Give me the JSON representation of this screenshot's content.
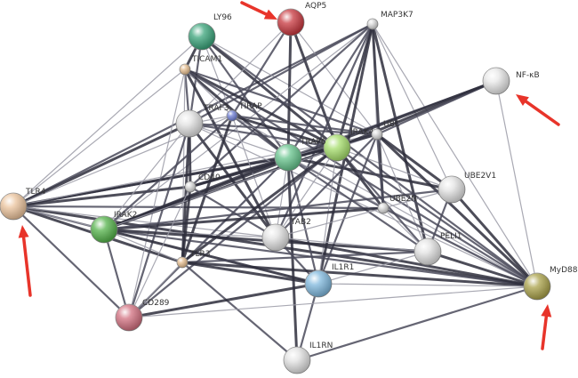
{
  "nodes": [
    {
      "id": "AQP5",
      "label": "AQP5",
      "color": "#c8383f",
      "size": "large"
    },
    {
      "id": "LY96",
      "label": "LY96",
      "color": "#3aa47a",
      "size": "large"
    },
    {
      "id": "MAP3K7",
      "label": "MAP3K7",
      "color": "#d8d8d8",
      "size": "small"
    },
    {
      "id": "TICAM1",
      "label": "TICAM1",
      "color": "#e5bd8e",
      "size": "small"
    },
    {
      "id": "NFKB",
      "label": "NF-κB",
      "color": "#e8e8e8",
      "size": "large"
    },
    {
      "id": "TRAF3",
      "label": "TRAF3",
      "color": "#e2e2e2",
      "size": "large"
    },
    {
      "id": "TIRAP",
      "label": "TIRAP",
      "color": "#6f7fd6",
      "size": "small"
    },
    {
      "id": "IRAK4",
      "label": "IRAK4",
      "color": "#a6de6c",
      "size": "large"
    },
    {
      "id": "UBC",
      "label": "UBC",
      "color": "#d8d8d8",
      "size": "small"
    },
    {
      "id": "TRAF6",
      "label": "TRAF6",
      "color": "#67c48d",
      "size": "large"
    },
    {
      "id": "CD40",
      "label": "CD40",
      "color": "#d8d8d8",
      "size": "small"
    },
    {
      "id": "UBE2V1",
      "label": "UBE2V1",
      "color": "#e2e2e2",
      "size": "large"
    },
    {
      "id": "TLR4",
      "label": "TLR4",
      "color": "#ebc39c",
      "size": "large"
    },
    {
      "id": "IRAK2",
      "label": "IRAK2",
      "color": "#54b24a",
      "size": "large"
    },
    {
      "id": "UBE2N",
      "label": "UBE2N",
      "color": "#d8d8d8",
      "size": "small"
    },
    {
      "id": "TAB2",
      "label": "TAB2",
      "color": "#e2e2e2",
      "size": "large"
    },
    {
      "id": "PELI1",
      "label": "PELI1",
      "color": "#e2e2e2",
      "size": "large"
    },
    {
      "id": "TLR3",
      "label": "TLR3",
      "color": "#e5bd8e",
      "size": "small"
    },
    {
      "id": "IL1R1",
      "label": "IL1R1",
      "color": "#7fb8dd",
      "size": "large"
    },
    {
      "id": "MyD88",
      "label": "MyD88",
      "color": "#aaa24a",
      "size": "large"
    },
    {
      "id": "CD289",
      "label": "CD289",
      "color": "#d27080",
      "size": "large"
    },
    {
      "id": "IL1RN",
      "label": "IL1RN",
      "color": "#e2e2e2",
      "size": "large"
    }
  ],
  "edges": [
    [
      "TLR4",
      "LY96"
    ],
    [
      "TLR4",
      "MAP3K7"
    ],
    [
      "TLR4",
      "TRAF3"
    ],
    [
      "TLR4",
      "TIRAP"
    ],
    [
      "TLR4",
      "TRAF6"
    ],
    [
      "TLR4",
      "IRAK4"
    ],
    [
      "TLR4",
      "UBC"
    ],
    [
      "TLR4",
      "IRAK2"
    ],
    [
      "TLR4",
      "MyD88"
    ],
    [
      "TLR4",
      "TICAM1"
    ],
    [
      "TLR4",
      "UBE2N"
    ],
    [
      "TLR4",
      "CD40"
    ],
    [
      "TLR4",
      "TAB2"
    ],
    [
      "TLR4",
      "CD289"
    ],
    [
      "TLR4",
      "TLR3"
    ],
    [
      "TLR4",
      "IL1R1"
    ],
    [
      "LY96",
      "TRAF6"
    ],
    [
      "LY96",
      "IRAK4"
    ],
    [
      "LY96",
      "TIRAP"
    ],
    [
      "LY96",
      "MyD88"
    ],
    [
      "LY96",
      "TICAM1"
    ],
    [
      "LY96",
      "UBC"
    ],
    [
      "LY96",
      "TRAF3"
    ],
    [
      "AQP5",
      "TRAF6"
    ],
    [
      "AQP5",
      "UBC"
    ],
    [
      "AQP5",
      "TIRAP"
    ],
    [
      "AQP5",
      "IRAK4"
    ],
    [
      "AQP5",
      "TRAF3"
    ],
    [
      "MAP3K7",
      "TRAF6"
    ],
    [
      "MAP3K7",
      "IRAK4"
    ],
    [
      "MAP3K7",
      "UBC"
    ],
    [
      "MAP3K7",
      "TAB2"
    ],
    [
      "MAP3K7",
      "UBE2N"
    ],
    [
      "MAP3K7",
      "IRAK2"
    ],
    [
      "MAP3K7",
      "TRAF3"
    ],
    [
      "MAP3K7",
      "PELI1"
    ],
    [
      "MAP3K7",
      "UBE2V1"
    ],
    [
      "MAP3K7",
      "CD40"
    ],
    [
      "MAP3K7",
      "IL1R1"
    ],
    [
      "MAP3K7",
      "MyD88"
    ],
    [
      "TICAM1",
      "TRAF3"
    ],
    [
      "TICAM1",
      "TRAF6"
    ],
    [
      "TICAM1",
      "TLR3"
    ],
    [
      "TICAM1",
      "UBC"
    ],
    [
      "TICAM1",
      "IRAK4"
    ],
    [
      "TICAM1",
      "TIRAP"
    ],
    [
      "TICAM1",
      "MyD88"
    ],
    [
      "TICAM1",
      "TAB2"
    ],
    [
      "TICAM1",
      "CD289"
    ],
    [
      "NFKB",
      "TRAF6"
    ],
    [
      "NFKB",
      "IRAK4"
    ],
    [
      "NFKB",
      "MyD88"
    ],
    [
      "NFKB",
      "UBC"
    ],
    [
      "NFKB",
      "IRAK2"
    ],
    [
      "TRAF3",
      "TRAF6"
    ],
    [
      "TRAF3",
      "UBC"
    ],
    [
      "TRAF3",
      "CD40"
    ],
    [
      "TRAF3",
      "TIRAP"
    ],
    [
      "TRAF3",
      "IRAK4"
    ],
    [
      "TRAF3",
      "TLR3"
    ],
    [
      "TRAF3",
      "MyD88"
    ],
    [
      "TRAF3",
      "CD289"
    ],
    [
      "TRAF3",
      "TAB2"
    ],
    [
      "TRAF3",
      "IRAK2"
    ],
    [
      "TIRAP",
      "TRAF6"
    ],
    [
      "TIRAP",
      "IRAK4"
    ],
    [
      "TIRAP",
      "MyD88"
    ],
    [
      "TIRAP",
      "IRAK2"
    ],
    [
      "TIRAP",
      "TLR3"
    ],
    [
      "TIRAP",
      "TAB2"
    ],
    [
      "TIRAP",
      "UBC"
    ],
    [
      "TRAF6",
      "IRAK4"
    ],
    [
      "TRAF6",
      "UBC"
    ],
    [
      "TRAF6",
      "UBE2N"
    ],
    [
      "TRAF6",
      "UBE2V1"
    ],
    [
      "TRAF6",
      "TAB2"
    ],
    [
      "TRAF6",
      "PELI1"
    ],
    [
      "TRAF6",
      "IRAK2"
    ],
    [
      "TRAF6",
      "MyD88"
    ],
    [
      "TRAF6",
      "IL1R1"
    ],
    [
      "TRAF6",
      "CD40"
    ],
    [
      "TRAF6",
      "TLR3"
    ],
    [
      "TRAF6",
      "CD289"
    ],
    [
      "TRAF6",
      "IL1RN"
    ],
    [
      "IRAK4",
      "UBC"
    ],
    [
      "IRAK4",
      "MyD88"
    ],
    [
      "IRAK4",
      "IRAK2"
    ],
    [
      "IRAK4",
      "IL1R1"
    ],
    [
      "IRAK4",
      "PELI1"
    ],
    [
      "IRAK4",
      "UBE2N"
    ],
    [
      "IRAK4",
      "TAB2"
    ],
    [
      "IRAK4",
      "CD289"
    ],
    [
      "IRAK4",
      "TLR3"
    ],
    [
      "IRAK4",
      "UBE2V1"
    ],
    [
      "UBC",
      "UBE2N"
    ],
    [
      "UBC",
      "UBE2V1"
    ],
    [
      "UBC",
      "PELI1"
    ],
    [
      "UBC",
      "TAB2"
    ],
    [
      "UBC",
      "MyD88"
    ],
    [
      "UBC",
      "IRAK2"
    ],
    [
      "UBC",
      "IL1R1"
    ],
    [
      "UBC",
      "CD40"
    ],
    [
      "UBE2V1",
      "UBE2N"
    ],
    [
      "UBE2V1",
      "PELI1"
    ],
    [
      "UBE2V1",
      "MyD88"
    ],
    [
      "UBE2N",
      "PELI1"
    ],
    [
      "UBE2N",
      "MyD88"
    ],
    [
      "UBE2N",
      "IRAK2"
    ],
    [
      "UBE2N",
      "TAB2"
    ],
    [
      "IRAK2",
      "MyD88"
    ],
    [
      "IRAK2",
      "IL1R1"
    ],
    [
      "IRAK2",
      "TAB2"
    ],
    [
      "IRAK2",
      "CD289"
    ],
    [
      "IRAK2",
      "PELI1"
    ],
    [
      "IRAK2",
      "TLR3"
    ],
    [
      "IRAK2",
      "UBE2V1"
    ],
    [
      "TAB2",
      "MyD88"
    ],
    [
      "TAB2",
      "PELI1"
    ],
    [
      "TAB2",
      "IL1R1"
    ],
    [
      "PELI1",
      "MyD88"
    ],
    [
      "PELI1",
      "IL1R1"
    ],
    [
      "PELI1",
      "TLR3"
    ],
    [
      "TLR3",
      "MyD88"
    ],
    [
      "TLR3",
      "CD289"
    ],
    [
      "TLR3",
      "IL1RN"
    ],
    [
      "TLR3",
      "IL1R1"
    ],
    [
      "IL1R1",
      "MyD88"
    ],
    [
      "IL1R1",
      "IL1RN"
    ],
    [
      "IL1R1",
      "CD289"
    ],
    [
      "MyD88",
      "CD289"
    ],
    [
      "MyD88",
      "IL1RN"
    ],
    [
      "CD40",
      "TLR3"
    ],
    [
      "CD40",
      "CD289"
    ],
    [
      "CD40",
      "TAB2"
    ]
  ],
  "arrow_color": "#e8342a"
}
